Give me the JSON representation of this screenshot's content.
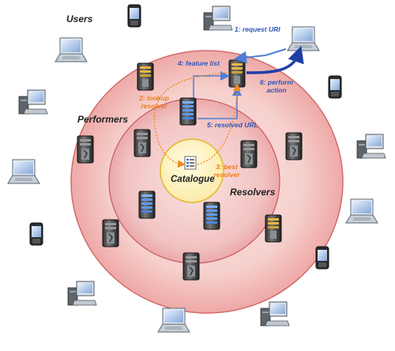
{
  "zones": {
    "users": "Users",
    "performers": "Performers",
    "resolvers": "Resolvers",
    "catalogue": "Catalogue"
  },
  "steps": {
    "s1": "1: request URI",
    "s2_line1": "2: lookup",
    "s2_line2": "resolver",
    "s3_line1": "3: best",
    "s3_line2": "resolver",
    "s4": "4: feature list",
    "s5": "5: resolved URL",
    "s6_line1": "6: perform",
    "s6_line2": "action"
  },
  "colors": {
    "outer_ring": "#f7d2d0",
    "inner_ring": "#f2c1c1",
    "catalogue": "#fdf4ba",
    "blue_flow": "#4d7fd6",
    "dark_blue_flow": "#1f3fa8",
    "orange_flow": "#ef8a1f"
  }
}
